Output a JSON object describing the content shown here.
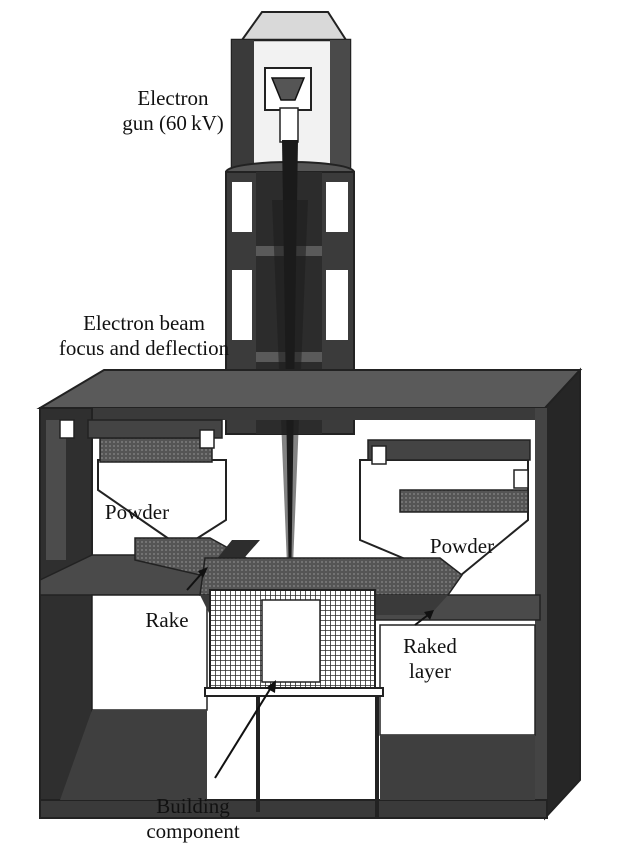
{
  "labels": {
    "gun": {
      "line1": "Electron",
      "line2": "gun (60 kV)"
    },
    "beam": {
      "line1": "Electron beam",
      "line2": "focus and deflection"
    },
    "powder_left": "Powder",
    "powder_right": "Powder",
    "rake": "Rake",
    "raked_layer": {
      "line1": "Raked",
      "line2": "layer"
    },
    "building": {
      "line1": "Building",
      "line2": "component"
    }
  },
  "colors": {
    "dark": "#2b2b2b",
    "mid": "#4a4a4a",
    "light": "#6b6b6b",
    "hatch": "#3a3a3a",
    "background": "#ffffff"
  }
}
